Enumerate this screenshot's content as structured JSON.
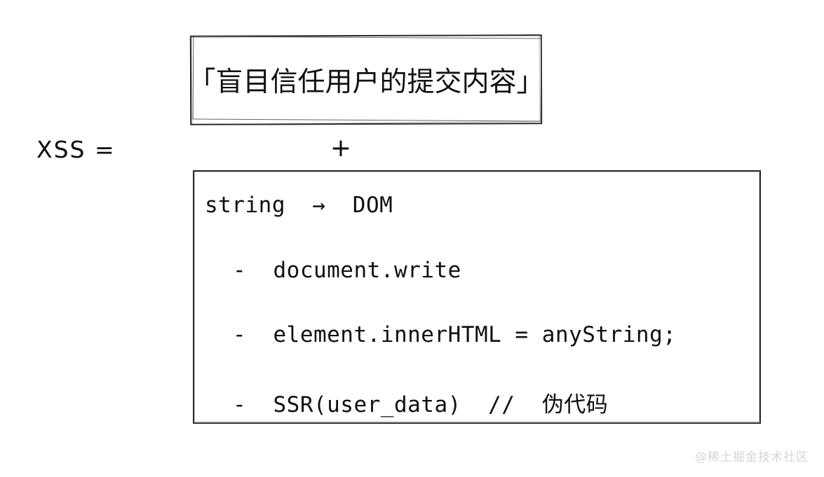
{
  "page": {
    "background": "#ffffff",
    "ink_color": "#111111"
  },
  "formula": {
    "left_term": "XSS =",
    "operator": "+"
  },
  "top_box": {
    "text": "「盲目信任用户的提交内容」",
    "border_color": "#2b2b2b",
    "style": "hand-drawn"
  },
  "code_box": {
    "border_color": "#2a2a2a",
    "heading": "string  →  DOM",
    "items": [
      "-  document.write",
      "-  element.innerHTML = anyString;",
      "-  SSR(user_data)  //  伪代码"
    ]
  },
  "watermark": {
    "text": "@稀土掘金技术社区",
    "color": "#d2d4d8"
  }
}
